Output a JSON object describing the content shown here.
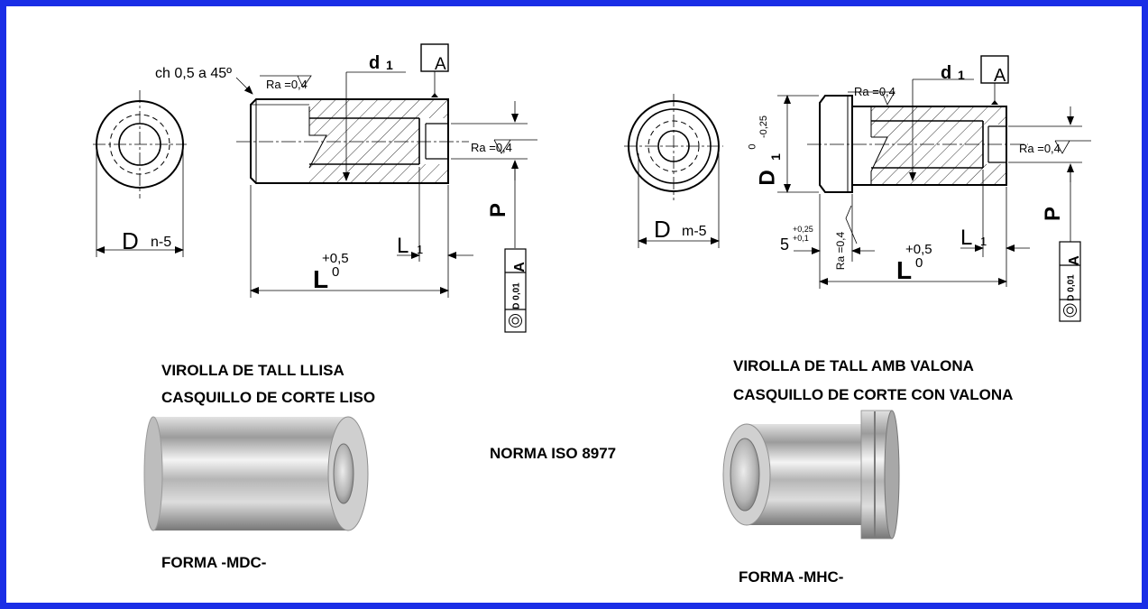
{
  "colors": {
    "frame": "#1a2ee6",
    "ink": "#000000",
    "paper": "#ffffff"
  },
  "left_part": {
    "chamfer": "ch 0,5 a 45º",
    "roughness_outer": "Ra =0,4",
    "roughness_inner": "Ra =0,4",
    "bore_dim": "d",
    "bore_sub": "1",
    "datum": "A",
    "outer_dim": "D",
    "outer_tol": "n-5",
    "length_dim": "L",
    "length_tol_upper": "+0,5",
    "length_tol_lower": "0",
    "step_dim": "L",
    "step_sub": "1",
    "p_label": "P",
    "tolerance_frame": {
      "symbol": "concentricity-icon",
      "value": "D 0,01",
      "datum": "A"
    },
    "title_ca": "VIROLLA DE TALL LLISA",
    "title_es": "CASQUILLO DE CORTE LISO",
    "form": "FORMA -MDC-"
  },
  "right_part": {
    "roughness_outer": "Ra =0,4",
    "roughness_inner": "Ra =0,4",
    "roughness_flange": "Ra =0,4",
    "bore_dim": "d",
    "bore_sub": "1",
    "datum": "A",
    "flange_dim": "D",
    "flange_sub": "1",
    "flange_tol_upper": "0",
    "flange_tol_lower": "-0,25",
    "outer_dim": "D",
    "outer_tol": "m-5",
    "flange_thk": "5",
    "flange_thk_upper": "+0,25",
    "flange_thk_lower": "+0,1",
    "length_dim": "L",
    "length_tol_upper": "+0,5",
    "length_tol_lower": "0",
    "step_dim": "L",
    "step_sub": "1",
    "p_label": "P",
    "tolerance_frame": {
      "symbol": "concentricity-icon",
      "value": "D 0,01",
      "datum": "A"
    },
    "title_ca": "VIROLLA DE TALL AMB VALONA",
    "title_es": "CASQUILLO DE CORTE CON VALONA",
    "form": "FORMA -MHC-"
  },
  "standard": "NORMA ISO 8977"
}
